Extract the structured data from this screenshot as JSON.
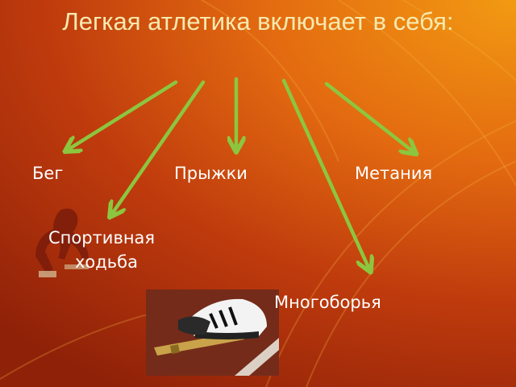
{
  "title": "Легкая атлетика включает в себя:",
  "categories": {
    "running": "Бег",
    "jumping": "Прыжки",
    "throwing": "Метания",
    "race_walking_line1": "Спортивная",
    "race_walking_line2": "ходьба",
    "all_around": "Многоборья"
  },
  "colors": {
    "title": "#f6eab0",
    "label": "#ffffff",
    "arrow": "#8cc63f",
    "bg_light": "#f29a12",
    "bg_dark": "#8f2108"
  },
  "images": {
    "runner": "sprinter-in-starting-blocks",
    "photo": "running-shoes-and-relay-baton-on-track"
  }
}
